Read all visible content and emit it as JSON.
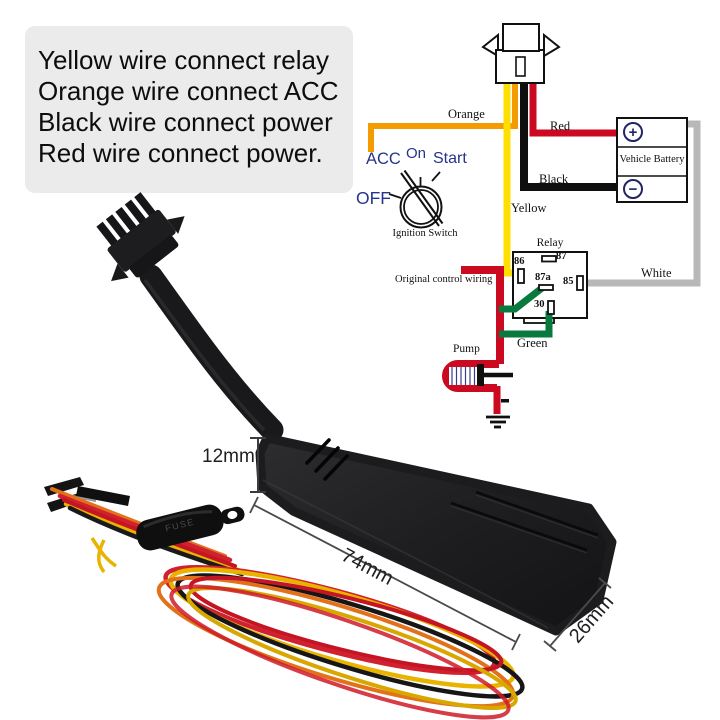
{
  "instructions": {
    "lines": [
      "Yellow wire connect relay",
      "Orange wire connect ACC",
      "Black wire connect power",
      "Red wire connect power."
    ]
  },
  "diagram": {
    "wire_labels": {
      "orange": "Orange",
      "red": "Red",
      "black": "Black",
      "yellow": "Yellow",
      "green": "Green",
      "white": "White"
    },
    "ignition_switch": {
      "positions": {
        "acc": "ACC",
        "on": "On",
        "start": "Start",
        "off": "OFF"
      },
      "caption": "Ignition Switch"
    },
    "battery": {
      "name": "Vehicle Battery",
      "plus_symbol": "+",
      "minus_symbol": "−"
    },
    "relay": {
      "name": "Relay",
      "pin_86": "86",
      "pin_87": "87",
      "pin_87a": "87a",
      "pin_85": "85",
      "pin_30": "30"
    },
    "pump_label": "Pump",
    "original_control_label": "Original control wiring",
    "wire_colors": {
      "yellow": "#ffdf00",
      "orange": "#f49b00",
      "red": "#cb0920",
      "black": "#0f0f0f",
      "green": "#087a3e",
      "white": "#b8b8b8"
    },
    "label_color_blue": "#27348b"
  },
  "device": {
    "dimension_height": "12mm",
    "dimension_length": "74mm",
    "dimension_width": "26mm",
    "fuse_label": "FUSE"
  }
}
